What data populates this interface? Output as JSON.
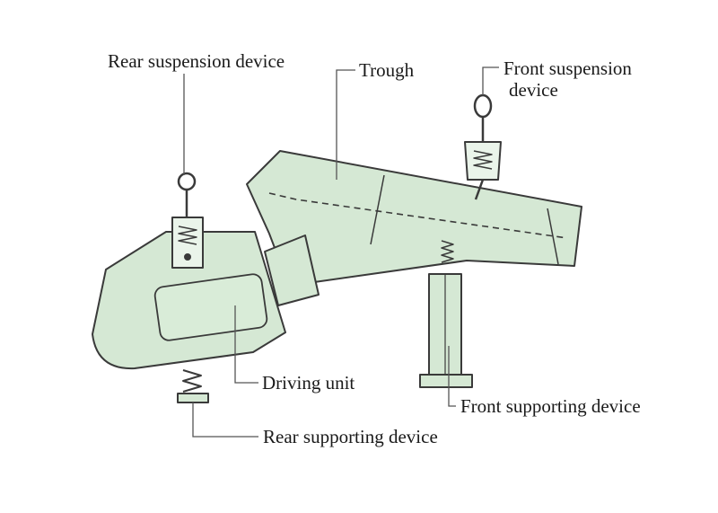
{
  "labels": {
    "rear_suspension": "Rear suspension device",
    "trough": "Trough",
    "front_suspension_line1": "Front suspension",
    "front_suspension_line2": "device",
    "driving_unit": "Driving unit",
    "front_supporting": "Front supporting device",
    "rear_supporting": "Rear supporting device"
  },
  "colors": {
    "body_fill": "#d5e8d4",
    "stroke": "#3a3a3a",
    "leader": "#555555"
  }
}
